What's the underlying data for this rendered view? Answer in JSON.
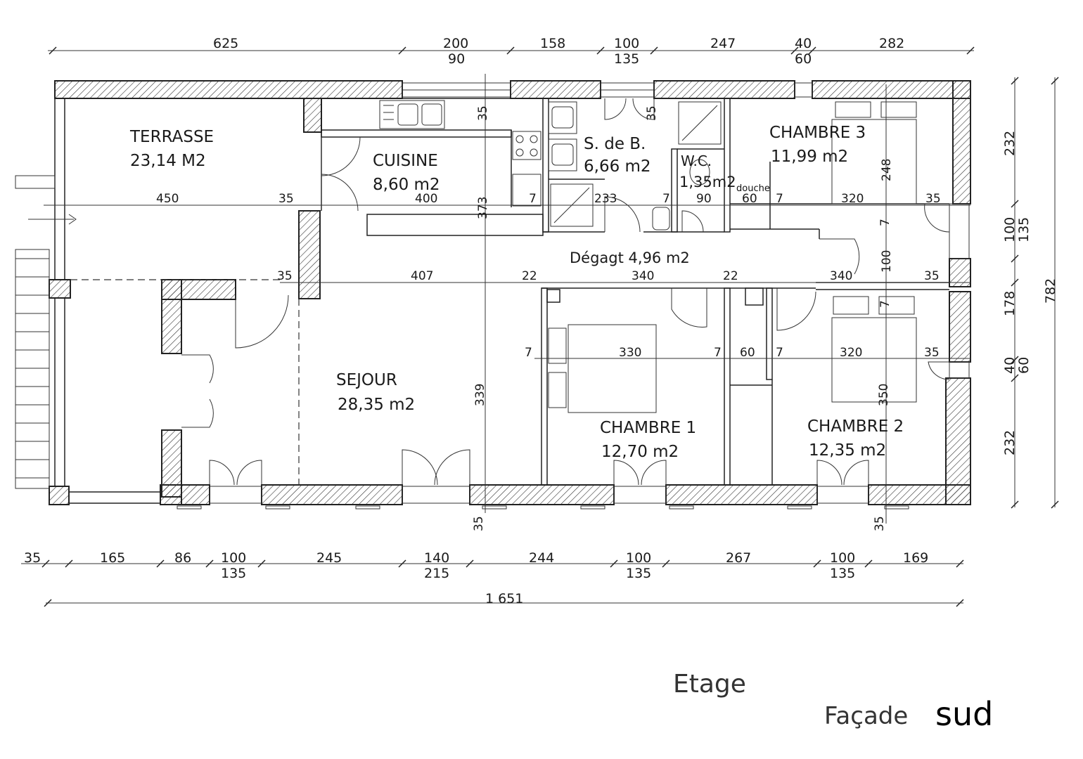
{
  "rooms": {
    "terrasse": {
      "name": "TERRASSE",
      "area": "23,14 M2"
    },
    "cuisine": {
      "name": "CUISINE",
      "area": "8,60 m2"
    },
    "sdb": {
      "name": "S. de B.",
      "area": "6,66 m2"
    },
    "wc": {
      "name": "W.C.",
      "area": "1,35m2"
    },
    "douche": {
      "name": "douche"
    },
    "chambre3": {
      "name": "CHAMBRE 3",
      "area": "11,99 m2"
    },
    "degagt": {
      "name": "Dégagt 4,96 m2"
    },
    "sejour": {
      "name": "SEJOUR",
      "area": "28,35 m2"
    },
    "chambre1": {
      "name": "CHAMBRE 1",
      "area": "12,70 m2"
    },
    "chambre2": {
      "name": "CHAMBRE 2",
      "area": "12,35 m2"
    }
  },
  "dims_top": [
    "625",
    "200",
    "90",
    "158",
    "100",
    "135",
    "247",
    "40",
    "60",
    "282"
  ],
  "dims_bottom": [
    "35",
    "165",
    "86",
    "100",
    "135",
    "245",
    "140",
    "215",
    "244",
    "100",
    "135",
    "267",
    "100",
    "135",
    "169"
  ],
  "dim_total": "1 651",
  "dims_right": [
    "232",
    "100",
    "135",
    "178",
    "40",
    "60",
    "232",
    "782"
  ],
  "dims_interior": {
    "row1": [
      "450",
      "35",
      "400",
      "373",
      "7",
      "233",
      "7",
      "90",
      "60",
      "7",
      "320",
      "35"
    ],
    "row2": [
      "35",
      "407",
      "22",
      "340",
      "22",
      "340",
      "35"
    ],
    "row3": [
      "7",
      "330",
      "7",
      "60",
      "7",
      "320",
      "35"
    ],
    "vertical": [
      "35",
      "35",
      "248",
      "339",
      "350",
      "100",
      "7",
      "7",
      "35",
      "35"
    ]
  },
  "captions": {
    "floor": "Etage",
    "facade": "Façade",
    "side": "sud"
  }
}
